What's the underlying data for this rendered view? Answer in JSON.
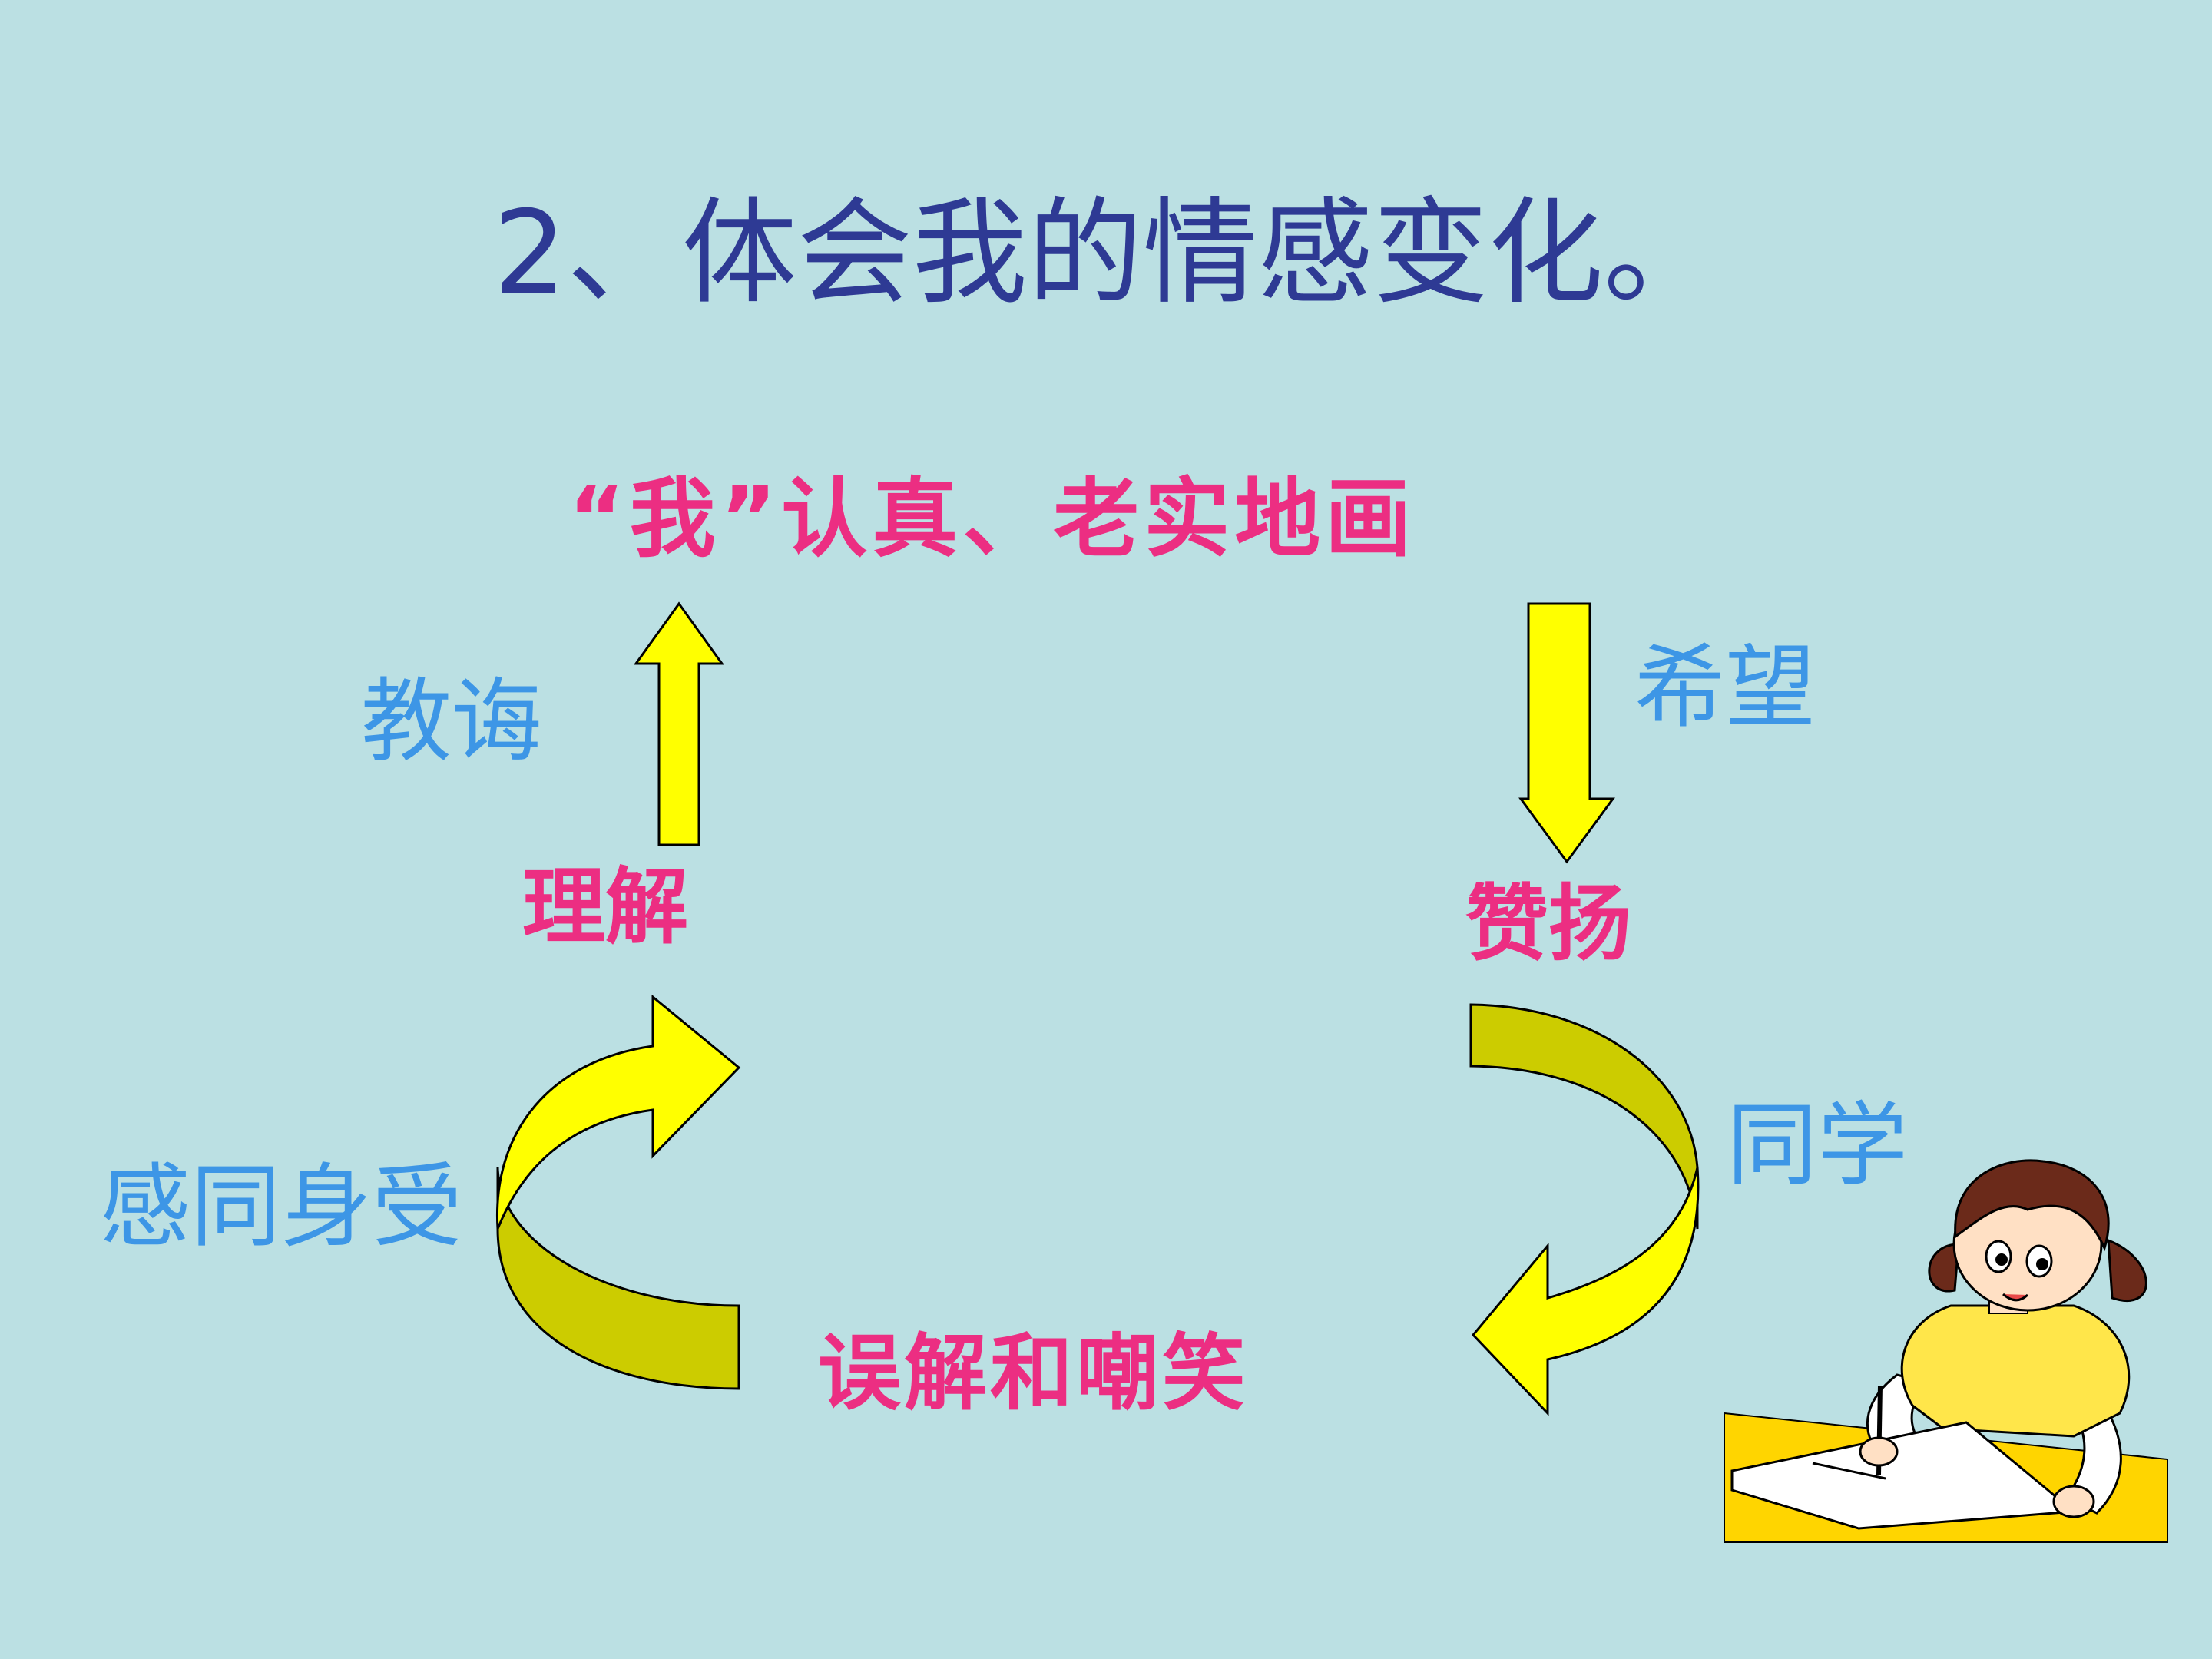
{
  "slide": {
    "title": "2、体会我的情感变化。"
  },
  "nodes": {
    "top": "“我”认真、老实地画",
    "left": "理解",
    "right": "赞扬",
    "bottom": "误解和嘲笑"
  },
  "edge_labels": {
    "teaching": "教诲",
    "hope": "希望",
    "classmates": "同学",
    "empathy": "感同身受"
  },
  "colors": {
    "background": "#bbe0e3",
    "title": "#2e3a94",
    "node_text": "#ec2e82",
    "edge_text": "#3d96e6",
    "arrow_yellow": "#ffff00",
    "arrow_olive": "#cccc00"
  },
  "icons": {
    "girl": "girl-drawing-icon"
  }
}
